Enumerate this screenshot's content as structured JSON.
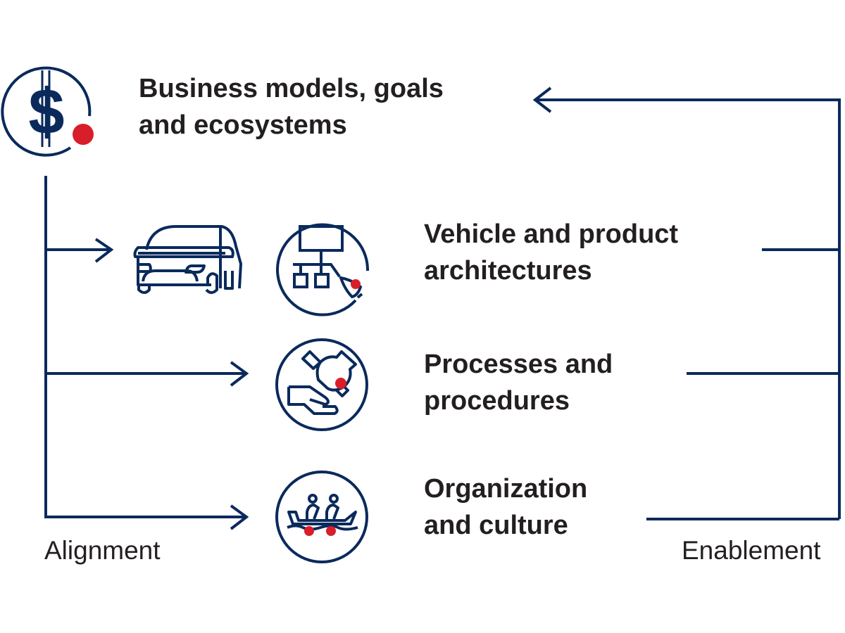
{
  "colors": {
    "navy": "#0a2a5c",
    "accent_red": "#d81e28",
    "text": "#231f20"
  },
  "top": {
    "line1": "Business models, goals",
    "line2": "and ecosystems",
    "icon": "dollar-icon"
  },
  "items": [
    {
      "line1": "Vehicle and product",
      "line2": "architectures",
      "icons": [
        "car-icon",
        "hierarchy-chart-icon"
      ]
    },
    {
      "line1": "Processes and",
      "line2": "procedures",
      "icon": "hand-gear-icon"
    },
    {
      "line1": "Organization",
      "line2": "and culture",
      "icon": "team-boat-icon"
    }
  ],
  "labels": {
    "left": "Alignment",
    "right": "Enablement"
  }
}
